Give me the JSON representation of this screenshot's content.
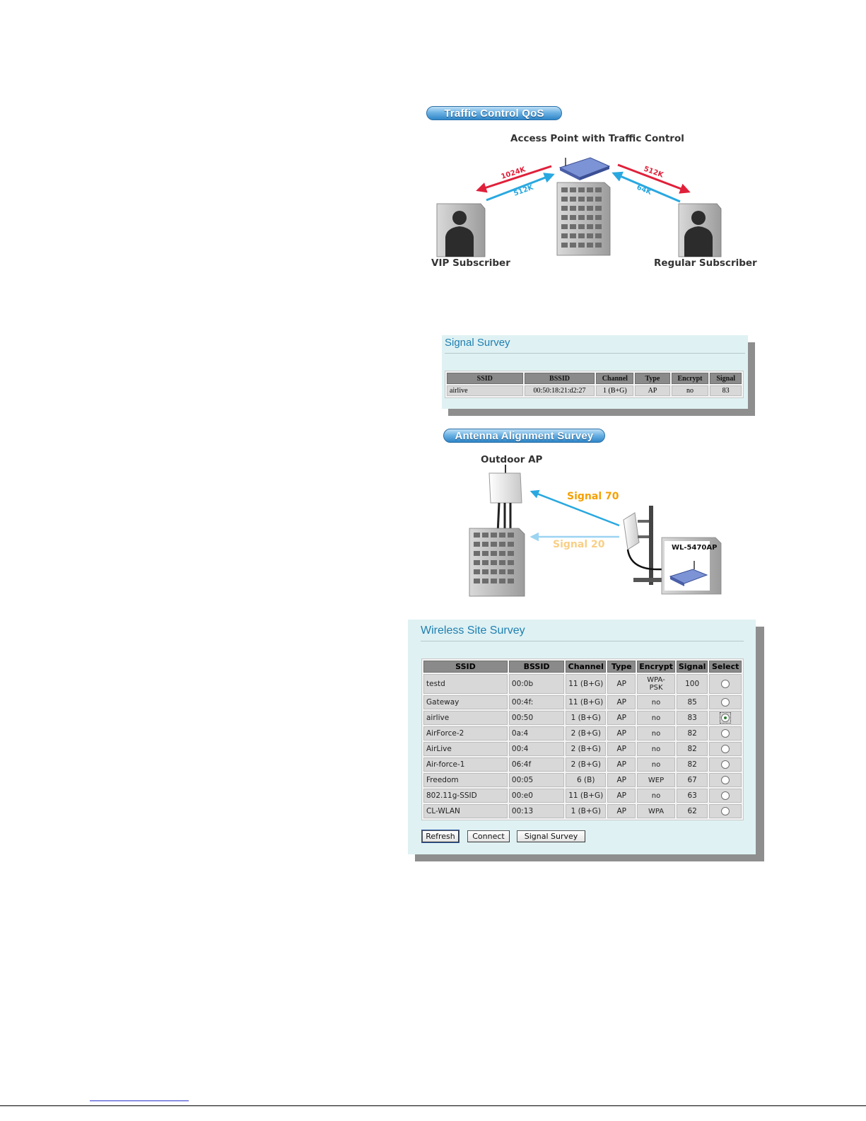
{
  "traffic": {
    "banner": "Traffic Control QoS",
    "ap_label": "Access Point with Traffic Control",
    "vip_label": "VIP Subscriber",
    "regular_label": "Regular Subscriber",
    "vip_down": "1024K",
    "vip_up": "512K",
    "reg_down": "512K",
    "reg_up": "64K",
    "colors": {
      "down": "#e0203a",
      "up": "#29a8e0"
    }
  },
  "signal_survey": {
    "title": "Signal Survey",
    "headers": [
      "SSID",
      "BSSID",
      "Channel",
      "Type",
      "Encrypt",
      "Signal"
    ],
    "row": [
      "airlive",
      "00:50:18:21:d2:27",
      "1 (B+G)",
      "AP",
      "no",
      "83"
    ]
  },
  "antenna": {
    "banner": "Antenna Alignment Survey",
    "outdoor_label": "Outdoor AP",
    "signal_strong": "Signal 70",
    "signal_weak": "Signal 20",
    "device_label": "WL-5470AP",
    "colors": {
      "strong": "#f5a000",
      "weak": "#f8cf86"
    }
  },
  "site_survey": {
    "title": "Wireless Site Survey",
    "headers": [
      "SSID",
      "BSSID",
      "Channel",
      "Type",
      "Encrypt",
      "Signal",
      "Select"
    ],
    "rows": [
      {
        "ssid": "testd",
        "bssid": "00:0b",
        "channel": "11 (B+G)",
        "type": "AP",
        "encrypt_a": "WPA-",
        "encrypt_b": "PSK",
        "signal": "100",
        "selected": false
      },
      {
        "ssid": "Gateway",
        "bssid": "00:4f:",
        "channel": "11 (B+G)",
        "type": "AP",
        "encrypt_a": "no",
        "encrypt_b": "",
        "signal": "85",
        "selected": false
      },
      {
        "ssid": "airlive",
        "bssid": "00:50",
        "channel": "1 (B+G)",
        "type": "AP",
        "encrypt_a": "no",
        "encrypt_b": "",
        "signal": "83",
        "selected": true
      },
      {
        "ssid": "AirForce-2",
        "bssid": "0a:4",
        "channel": "2 (B+G)",
        "type": "AP",
        "encrypt_a": "no",
        "encrypt_b": "",
        "signal": "82",
        "selected": false
      },
      {
        "ssid": "AirLive",
        "bssid": "00:4",
        "channel": "2 (B+G)",
        "type": "AP",
        "encrypt_a": "no",
        "encrypt_b": "",
        "signal": "82",
        "selected": false
      },
      {
        "ssid": "Air-force-1",
        "bssid": "06:4f",
        "channel": "2 (B+G)",
        "type": "AP",
        "encrypt_a": "no",
        "encrypt_b": "",
        "signal": "82",
        "selected": false
      },
      {
        "ssid": "Freedom",
        "bssid": "00:05",
        "channel": "6 (B)",
        "type": "AP",
        "encrypt_a": "WEP",
        "encrypt_b": "",
        "signal": "67",
        "selected": false
      },
      {
        "ssid": "802.11g-SSID",
        "bssid": "00:e0",
        "channel": "11 (B+G)",
        "type": "AP",
        "encrypt_a": "no",
        "encrypt_b": "",
        "signal": "63",
        "selected": false
      },
      {
        "ssid": "CL-WLAN",
        "bssid": "00:13",
        "channel": "1 (B+G)",
        "type": "AP",
        "encrypt_a": "WPA",
        "encrypt_b": "",
        "signal": "62",
        "selected": false
      }
    ],
    "buttons": {
      "refresh": "Refresh",
      "connect": "Connect",
      "signal_survey": "Signal Survey"
    }
  }
}
